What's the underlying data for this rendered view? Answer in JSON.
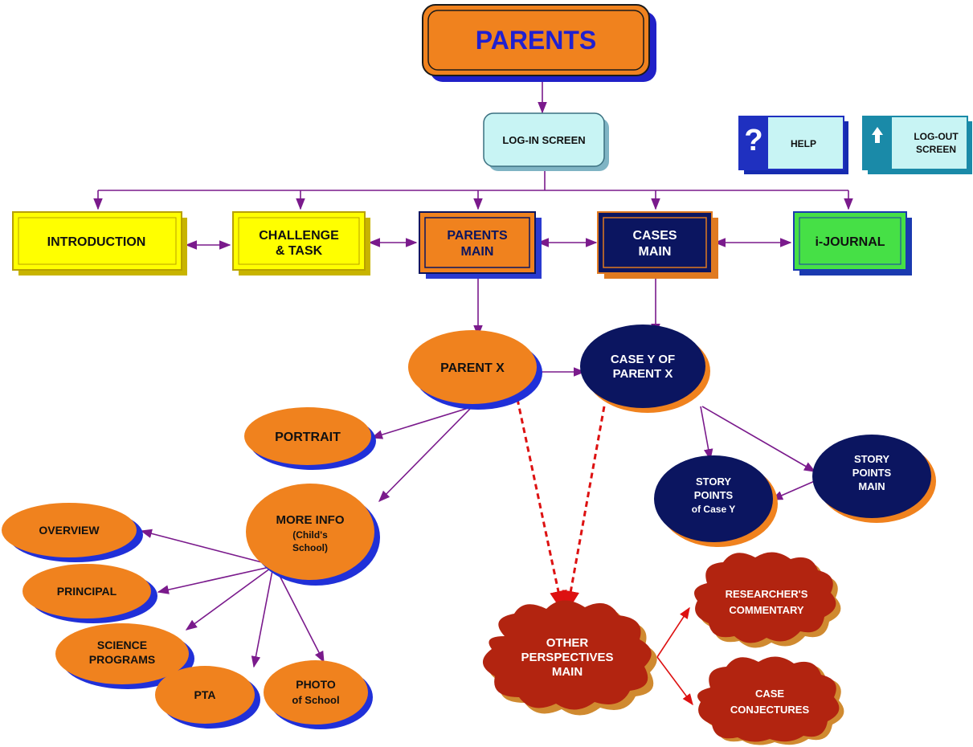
{
  "title": "PARENTS",
  "login": "LOG-IN SCREEN",
  "help": {
    "glyph": "?",
    "label": "HELP",
    "icon": "question-mark-icon"
  },
  "logout": {
    "label_l1": "LOG-OUT",
    "label_l2": "SCREEN",
    "icon": "up-arrow-icon"
  },
  "modules": {
    "introduction": "INTRODUCTION",
    "challenge": [
      "CHALLENGE",
      "& TASK"
    ],
    "parents_main": [
      "PARENTS",
      "MAIN"
    ],
    "cases_main": [
      "CASES",
      "MAIN"
    ],
    "journal": "i-JOURNAL"
  },
  "nodes": {
    "parent_x": "PARENT X",
    "case_y": [
      "CASE Y OF",
      "PARENT X"
    ],
    "portrait": "PORTRAIT",
    "more_info": [
      "MORE INFO",
      "(Child's",
      "School)"
    ],
    "overview": "OVERVIEW",
    "principal": "PRINCIPAL",
    "science": [
      "SCIENCE",
      "PROGRAMS"
    ],
    "pta": "PTA",
    "photo": [
      "PHOTO",
      "of School"
    ],
    "story_case": [
      "STORY",
      "POINTS",
      "of Case Y"
    ],
    "story_main": [
      "STORY",
      "POINTS",
      "MAIN"
    ],
    "other": [
      "OTHER",
      "PERSPECTIVES",
      "MAIN"
    ],
    "researcher": [
      "RESEARCHER'S",
      "COMMENTARY"
    ],
    "conjectures": [
      "CASE",
      "CONJECTURES"
    ]
  },
  "colors": {
    "orange": "#f0821e",
    "navy": "#0b1560",
    "blue_shadow": "#1f2fd0",
    "yellow": "#ffff00",
    "green": "#46e046",
    "teal": "#c8f4f4",
    "red": "#b22410",
    "purple": "#7a1a8c",
    "title_text": "#2020d0"
  }
}
